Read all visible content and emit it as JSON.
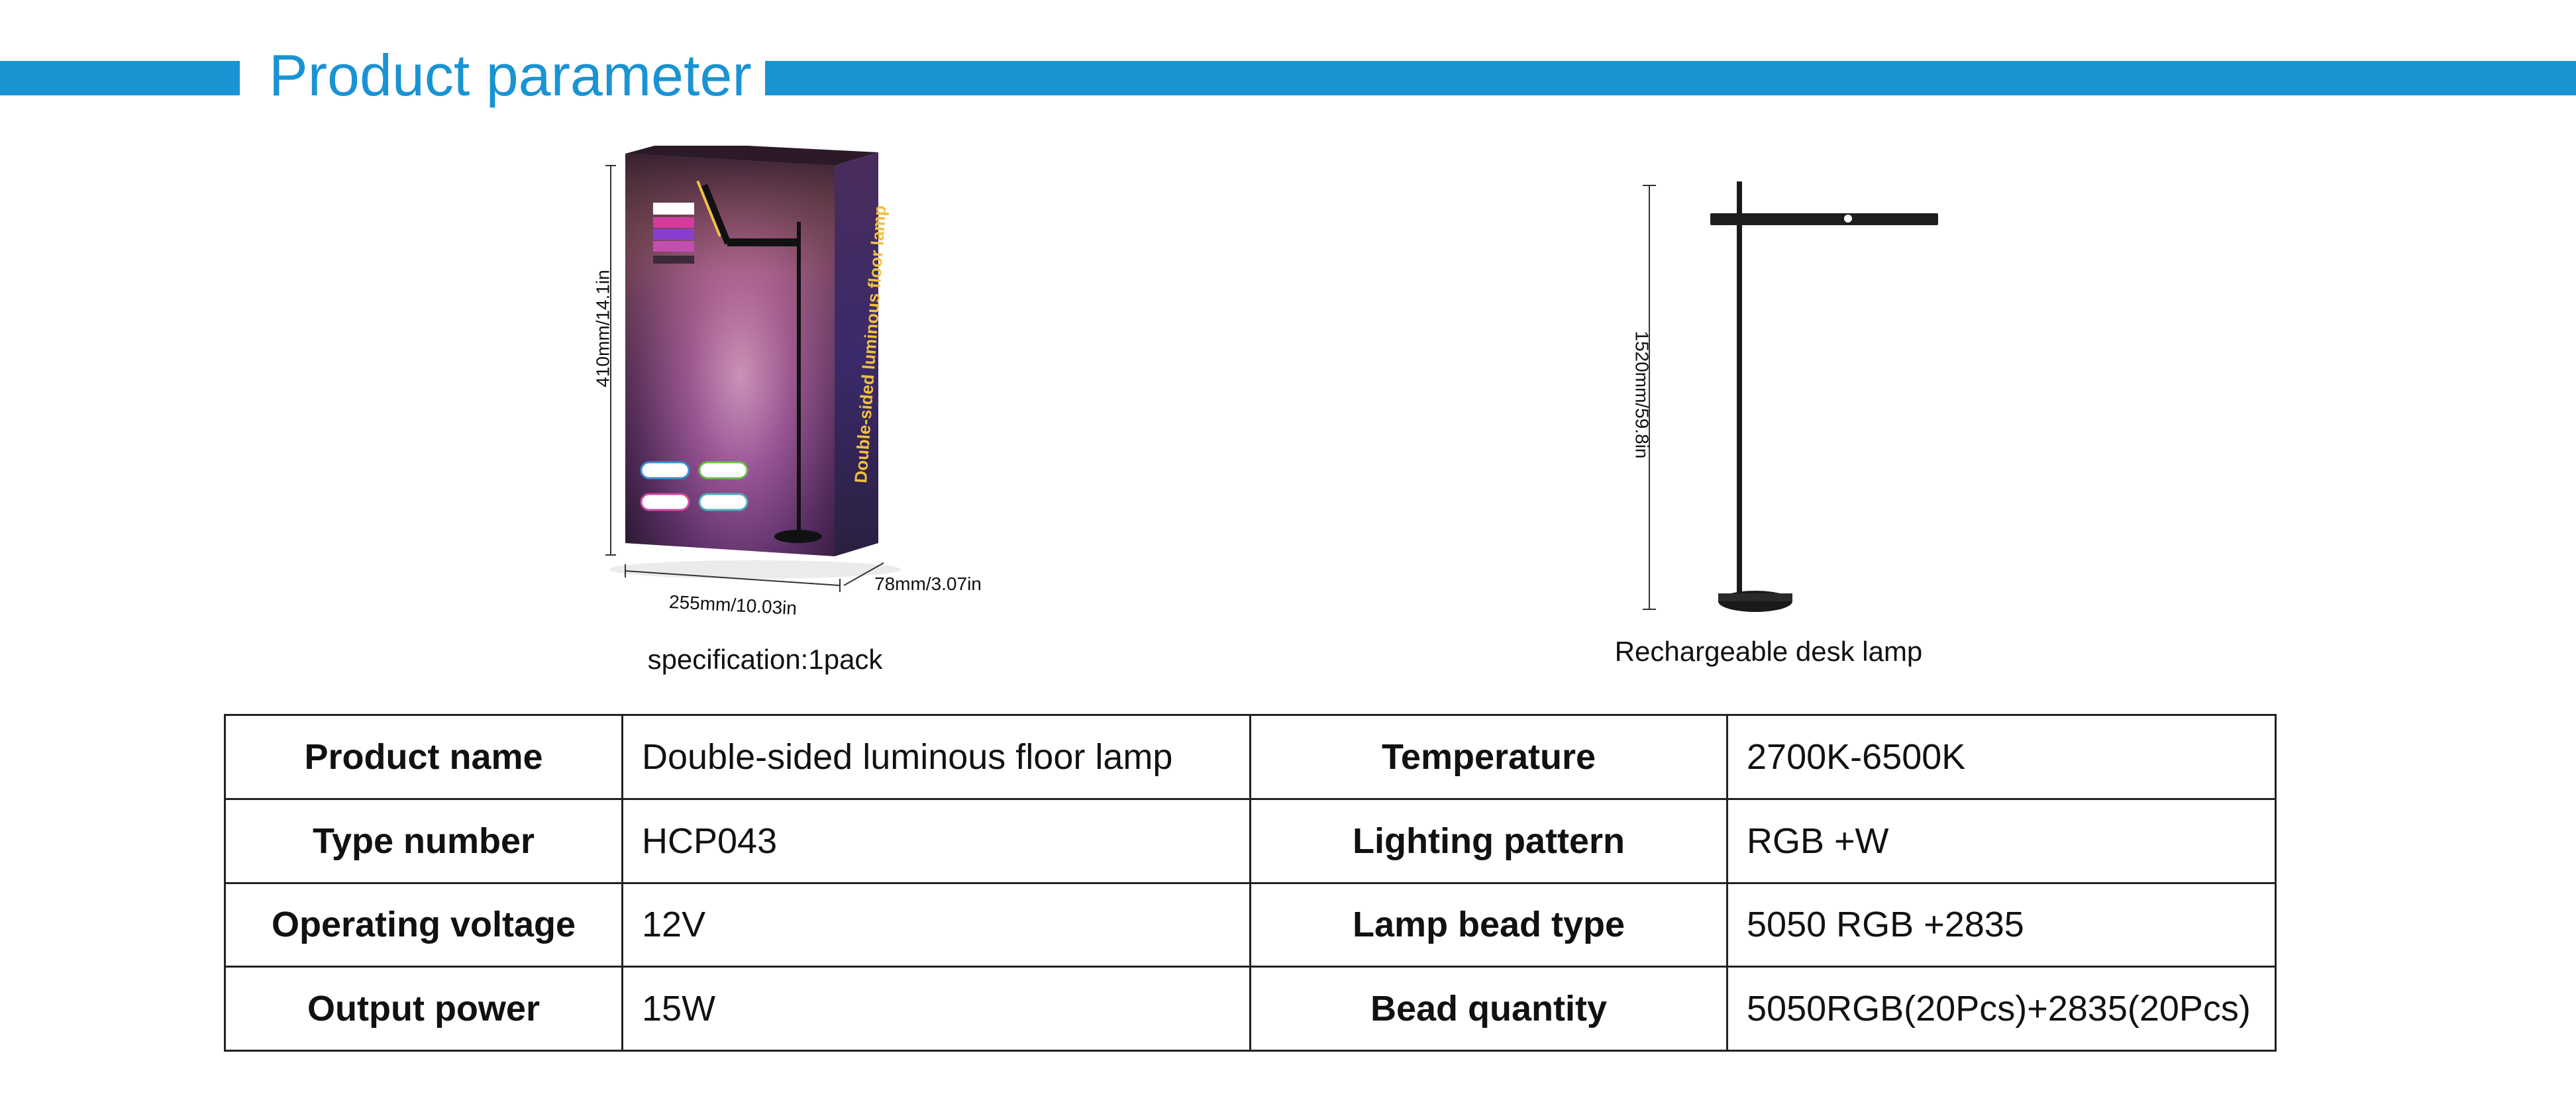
{
  "header": {
    "title": "Product parameter",
    "accent_color": "#1a93d3"
  },
  "box": {
    "height_dim": "410mm/14.1in",
    "width_dim": "255mm/10.03in",
    "depth_dim": "78mm/3.07in",
    "side_text": "Double-sided luminous floor lamp",
    "caption": "specification:1pack"
  },
  "lamp": {
    "height_dim": "1520mm/59.8in",
    "caption": "Rechargeable desk lamp"
  },
  "table": {
    "rows": [
      {
        "label_left": "Product name",
        "value_left": "Double-sided luminous floor lamp",
        "label_right": "Temperature",
        "value_right": "2700K-6500K"
      },
      {
        "label_left": "Type number",
        "value_left": "HCP043",
        "label_right": "Lighting pattern",
        "value_right": "RGB +W"
      },
      {
        "label_left": "Operating voltage",
        "value_left": "12V",
        "label_right": "Lamp bead type",
        "value_right": "5050 RGB +2835"
      },
      {
        "label_left": "Output power",
        "value_left": "15W",
        "label_right": "Bead quantity",
        "value_right": "5050RGB(20Pcs)+2835(20Pcs)"
      }
    ]
  }
}
